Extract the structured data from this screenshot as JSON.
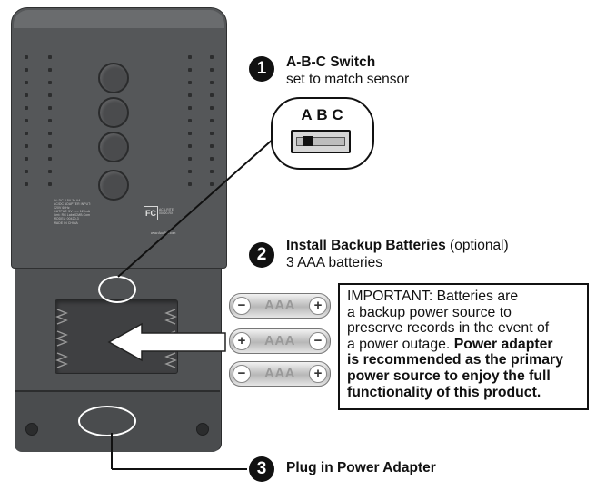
{
  "steps": [
    {
      "number": "1",
      "title": "A-B-C Switch",
      "subtitle": "set to match sensor"
    },
    {
      "number": "2",
      "title": "Install Backup Batteries",
      "optional": "(optional)",
      "subtitle": "3 AAA batteries"
    },
    {
      "number": "3",
      "title": "Plug in Power Adapter"
    }
  ],
  "switch": {
    "letters": [
      "A",
      "B",
      "C"
    ],
    "position": "A"
  },
  "batteries": [
    {
      "label": "AAA",
      "left_terminal": "−",
      "right_terminal": "+"
    },
    {
      "label": "AAA",
      "left_terminal": "+",
      "right_terminal": "−"
    },
    {
      "label": "AAA",
      "left_terminal": "−",
      "right_terminal": "+"
    }
  ],
  "note": {
    "normal_lines": [
      "IMPORTANT: Batteries are",
      "a backup power source to",
      "preserve records in the event of"
    ],
    "mixed_line_normal": "a power outage.",
    "mixed_line_bold": "Power adapter",
    "bold_lines": [
      "is recommended as the primary",
      "power source to enjoy the full",
      "functionality of this product."
    ]
  },
  "device": {
    "fine_print": [
      "IN: DC 4.5V 3x AA",
      "AC/DC ADAPTER INPUT:",
      "120V 60Hz",
      "OUTPUT: 5V === 120mA",
      "Cmt: RG LabelCMB.Com",
      "MODEL: 00420-3",
      "MADE IN CHINA"
    ],
    "fcc_logo": "FC",
    "brand_print": [
      "ACU-RITE",
      "00420-RX"
    ],
    "web_print": "www.AcuRite.com"
  },
  "colors": {
    "ink": "#111111",
    "device": "#555759",
    "highlight": "#ffffff"
  }
}
